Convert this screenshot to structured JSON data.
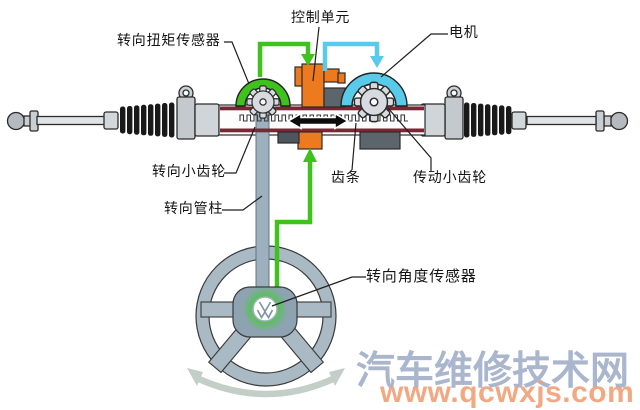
{
  "diagram": {
    "labels": {
      "torque_sensor": "转向扭矩传感器",
      "control_unit": "控制单元",
      "motor": "电机",
      "steering_pinion": "转向小齿轮",
      "rack": "齿条",
      "drive_pinion": "传动小齿轮",
      "steering_column": "转向管柱",
      "angle_sensor": "转向角度传感器"
    },
    "colors": {
      "sensor_green": "#3fc21d",
      "motor_cyan": "#58cbeb",
      "control_unit_orange": "#ee7a1f",
      "rack_maroon": "#7c2533",
      "column_gray": "#9db0bd",
      "wheel_gray": "#a9bac4",
      "rotation_arrow_gray": "#c3cec8"
    }
  },
  "watermark": {
    "site_name": "汽车维修技术网",
    "site_url": "www.qcwxjs.com"
  }
}
